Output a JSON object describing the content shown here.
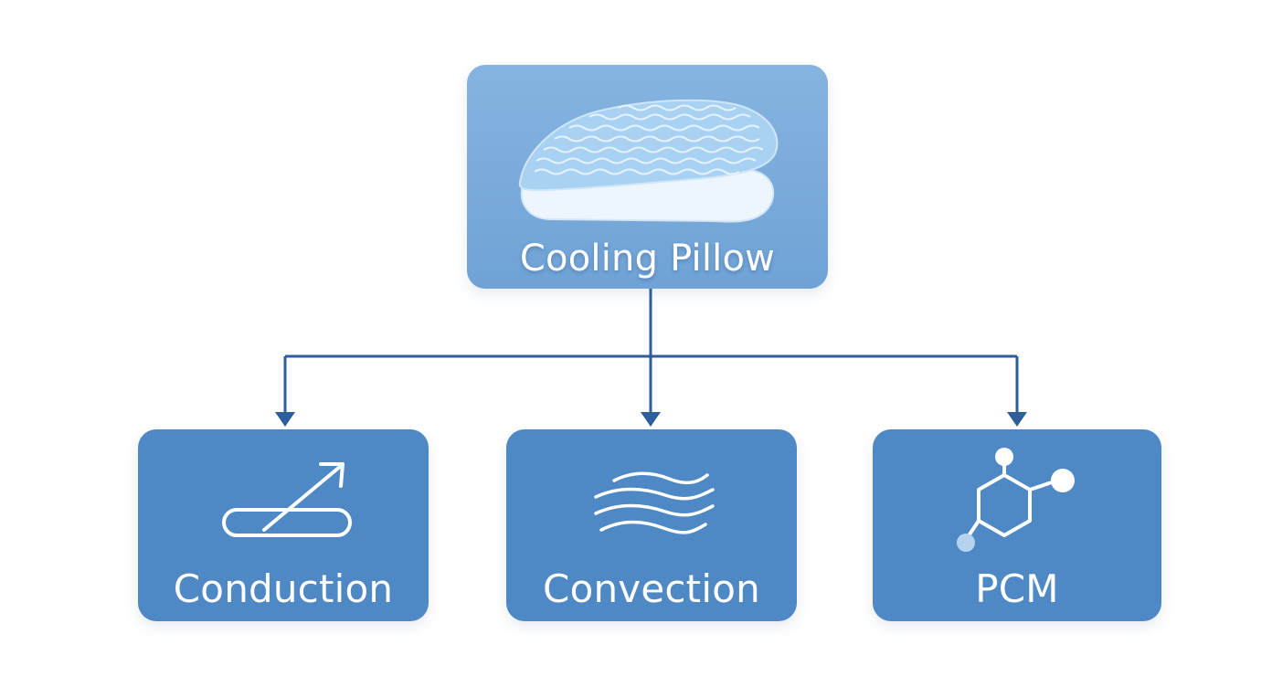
{
  "root": {
    "label": "Cooling Pillow",
    "icon": "pillow-icon"
  },
  "children": [
    {
      "label": "Conduction",
      "icon": "conduction-arrow-icon"
    },
    {
      "label": "Convection",
      "icon": "wavy-lines-icon"
    },
    {
      "label": "PCM",
      "icon": "molecule-icon"
    }
  ],
  "colors": {
    "root_fill": "#7aabdb",
    "child_fill": "#4e88c5",
    "connector": "#2f5f9a",
    "text": "#ffffff"
  }
}
